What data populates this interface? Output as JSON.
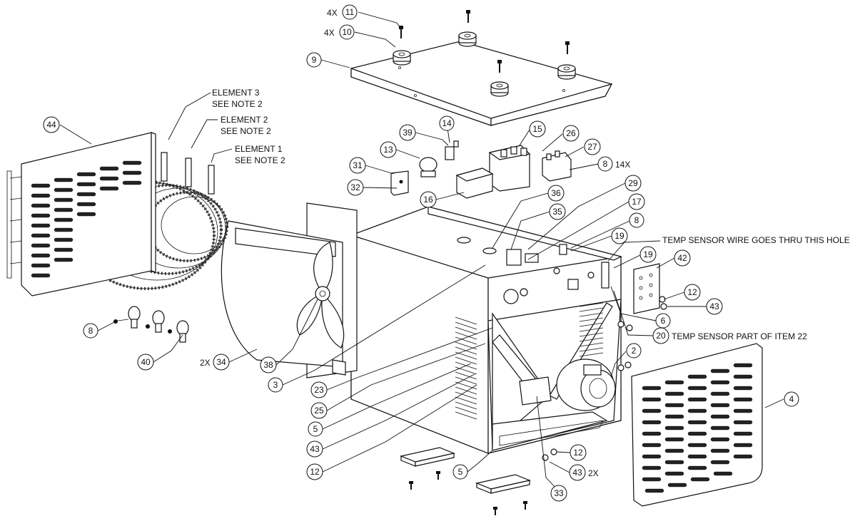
{
  "diagram": {
    "balloons": [
      {
        "id": "b11",
        "num": "11"
      },
      {
        "id": "b10",
        "num": "10"
      },
      {
        "id": "b9",
        "num": "9"
      },
      {
        "id": "b44",
        "num": "44"
      },
      {
        "id": "b14",
        "num": "14"
      },
      {
        "id": "b39",
        "num": "39"
      },
      {
        "id": "b15",
        "num": "15"
      },
      {
        "id": "b26",
        "num": "26"
      },
      {
        "id": "b27",
        "num": "27"
      },
      {
        "id": "b13",
        "num": "13"
      },
      {
        "id": "b8a",
        "num": "8"
      },
      {
        "id": "b31",
        "num": "31"
      },
      {
        "id": "b32",
        "num": "32"
      },
      {
        "id": "b16",
        "num": "16"
      },
      {
        "id": "b36",
        "num": "36"
      },
      {
        "id": "b29",
        "num": "29"
      },
      {
        "id": "b17",
        "num": "17"
      },
      {
        "id": "b35",
        "num": "35"
      },
      {
        "id": "b8b",
        "num": "8"
      },
      {
        "id": "b19a",
        "num": "19"
      },
      {
        "id": "b19b",
        "num": "19"
      },
      {
        "id": "b42",
        "num": "42"
      },
      {
        "id": "b12a",
        "num": "12"
      },
      {
        "id": "b43a",
        "num": "43"
      },
      {
        "id": "b6",
        "num": "6"
      },
      {
        "id": "b20",
        "num": "20"
      },
      {
        "id": "b8c",
        "num": "8"
      },
      {
        "id": "b40",
        "num": "40"
      },
      {
        "id": "b34",
        "num": "34"
      },
      {
        "id": "b38",
        "num": "38"
      },
      {
        "id": "b3",
        "num": "3"
      },
      {
        "id": "b23",
        "num": "23"
      },
      {
        "id": "b25",
        "num": "25"
      },
      {
        "id": "b5a",
        "num": "5"
      },
      {
        "id": "b43b",
        "num": "43"
      },
      {
        "id": "b12b",
        "num": "12"
      },
      {
        "id": "b5b",
        "num": "5"
      },
      {
        "id": "b12c",
        "num": "12"
      },
      {
        "id": "b43c",
        "num": "43"
      },
      {
        "id": "b33",
        "num": "33"
      },
      {
        "id": "b2",
        "num": "2"
      },
      {
        "id": "b4",
        "num": "4"
      }
    ],
    "qty_labels": {
      "q11": "4X",
      "q10": "4X",
      "q8": "14X",
      "q34": "2X",
      "q43": "2X"
    },
    "notes": {
      "element3_line1": "ELEMENT 3",
      "element3_line2": "SEE NOTE 2",
      "element2_line1": "ELEMENT 2",
      "element2_line2": "SEE NOTE 2",
      "element1_line1": "ELEMENT 1",
      "element1_line2": "SEE NOTE 2",
      "temp_sensor_wire": "TEMP SENSOR WIRE GOES THRU THIS HOLE",
      "temp_sensor_part": "TEMP SENSOR PART OF ITEM 22"
    }
  }
}
